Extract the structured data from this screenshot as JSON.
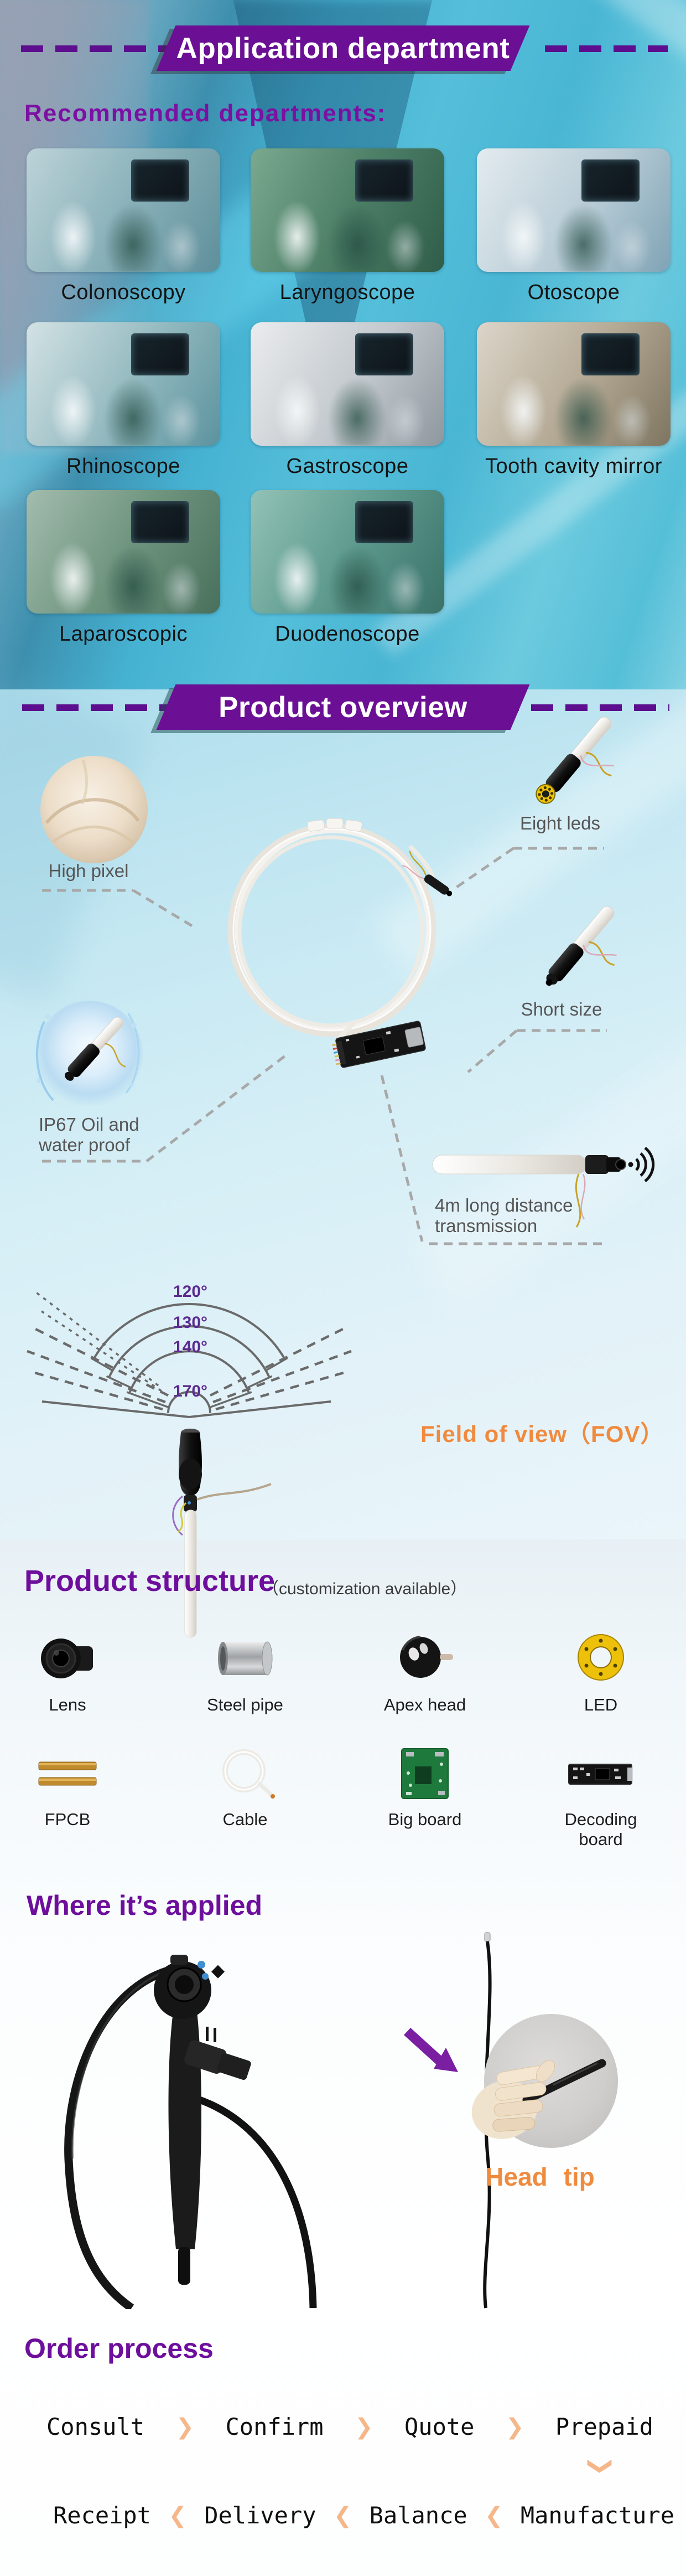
{
  "theme": {
    "banner_purple": "#6b0f94",
    "heading_purple": "#6d0f9c",
    "label_gray": "#575555",
    "text_dark": "#141414",
    "orange": "#f08a3e",
    "chevron_peach": "#f5b78a",
    "fov_angle_purple": "#5b2b90"
  },
  "application": {
    "banner": "Application department",
    "intro": "Recommended departments:",
    "departments": [
      "Colonoscopy",
      "Laryngoscope",
      "Otoscope",
      "Rhinoscope",
      "Gastroscope",
      "Tooth cavity mirror",
      "Laparoscopic",
      "Duodenoscope"
    ]
  },
  "overview": {
    "banner": "Product overview",
    "features": {
      "high_pixel": "High pixel",
      "eight_leds": "Eight leds",
      "short_size": "Short size",
      "ip67": "IP67 Oil and water proof",
      "long_distance": "4m long distance transmission"
    },
    "fov": {
      "label": "Field of view（FOV）",
      "angles": [
        "120°",
        "130°",
        "140°",
        "170°"
      ]
    }
  },
  "structure": {
    "title": "Product structure",
    "subtitle": "（customization available）",
    "parts": [
      "Lens",
      "Steel pipe",
      "Apex head",
      "LED",
      "FPCB",
      "Cable",
      "Big board",
      "Decoding board"
    ]
  },
  "applied": {
    "title": "Where it’s applied",
    "callout": "Head tip"
  },
  "order": {
    "title": "Order process",
    "steps_forward": [
      "Consult",
      "Confirm",
      "Quote",
      "Prepaid"
    ],
    "steps_backward": [
      "Receipt",
      "Delivery",
      "Balance",
      "Manufacture"
    ]
  },
  "icons": {
    "chevron_right": "❯",
    "chevron_left": "❮",
    "chevron_down": "❯"
  }
}
